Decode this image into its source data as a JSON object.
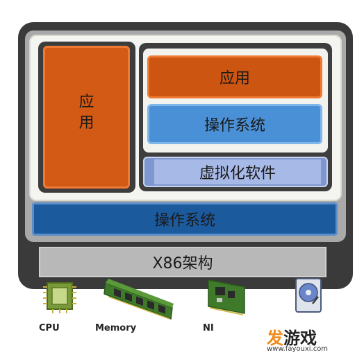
{
  "diagram": {
    "app_left_label": "应用",
    "app_left_chars": [
      "应",
      "用"
    ],
    "vm_app_label": "应用",
    "vm_os_label": "操作系统",
    "hypervisor_label": "虚拟化软件",
    "host_os_label": "操作系统",
    "hardware_arch_label": "X86架构"
  },
  "hardware": {
    "cpu_label": "CPU",
    "memory_label": "Memory",
    "nic_label": "NI"
  },
  "watermark": {
    "text_orange": "发",
    "text_dark": "游戏",
    "url": "www.fayouxi.com"
  }
}
